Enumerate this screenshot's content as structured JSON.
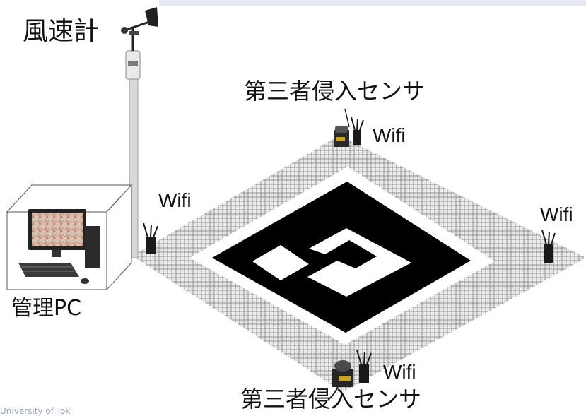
{
  "labels": {
    "anemometer": "風速計",
    "sensor_top": "第三者侵入センサ",
    "sensor_bottom": "第三者侵入センサ",
    "wifi_left": "Wifi",
    "wifi_top": "Wifi",
    "wifi_right": "Wifi",
    "wifi_bottom": "Wifi",
    "management_pc": "管理PC"
  },
  "footer": {
    "text": "University of Tok"
  },
  "colors": {
    "marker_black": "#000000",
    "marker_white": "#ffffff",
    "border_pattern": "#9a9a9a",
    "pole": "#d8d8d8",
    "accent_bar": "#e6e9f2"
  },
  "icons": [
    "anemometer-icon",
    "wifi-router-icon",
    "lidar-sensor-icon",
    "desktop-pc-icon"
  ]
}
